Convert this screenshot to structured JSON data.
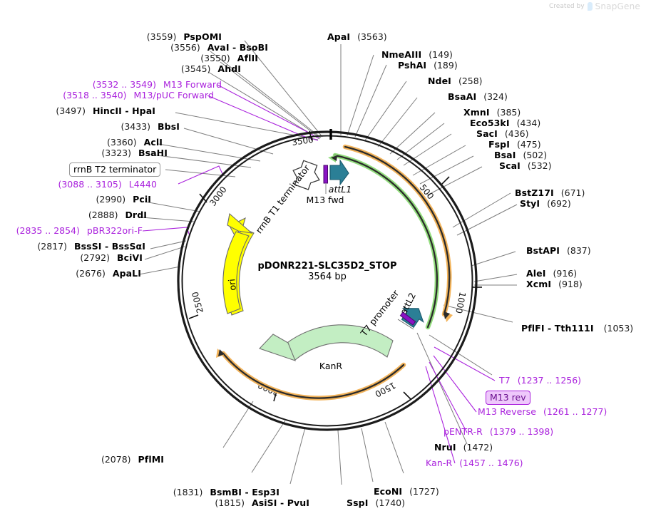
{
  "brand": {
    "created_by": "Created by",
    "name": "SnapGene",
    "mark_icon": "snapgene-logo-icon"
  },
  "plasmid": {
    "name": "pDONR221-SLC35D2_STOP",
    "length_label": "3564 bp",
    "length_bp": 3564
  },
  "ruler_ticks": [
    "500",
    "1000",
    "1500",
    "2000",
    "2500",
    "3000",
    "3500"
  ],
  "features": [
    {
      "name": "attL1",
      "label": "attL1",
      "color": "#2b7f96",
      "shape": "arrow"
    },
    {
      "name": "attL2",
      "label": "attL2",
      "color": "#2b7f96",
      "shape": "arrow"
    },
    {
      "name": "M13 fwd",
      "label": "M13 fwd",
      "color": "#8a13c4",
      "shape": "bar"
    },
    {
      "name": "T7 promoter",
      "label": "T7 promoter",
      "color": "#8a13c4",
      "shape": "bar"
    },
    {
      "name": "rrnB T1 terminator",
      "label": "rrnB T1 terminator",
      "color": "#ffffff",
      "shape": "arrow"
    },
    {
      "name": "ori",
      "label": "ori",
      "color": "#ffff00",
      "shape": "arrow"
    },
    {
      "name": "KanR",
      "label": "KanR",
      "color": "#c3eec3",
      "shape": "arrow"
    }
  ],
  "labels_left": [
    {
      "pos": "(3497)",
      "enz": "HincII  -  HpaI",
      "purple": false
    },
    {
      "pos": "(3433)",
      "enz": "BbsI",
      "purple": false
    },
    {
      "pos": "(3360)",
      "enz": "AclI",
      "purple": false
    },
    {
      "pos": "(3323)",
      "enz": "BsaHI",
      "purple": false
    },
    {
      "pos": "(3088 .. 3105)",
      "enz": "L4440",
      "purple": true
    },
    {
      "pos": "(2990)",
      "enz": "PciI",
      "purple": false
    },
    {
      "pos": "(2888)",
      "enz": "DrdI",
      "purple": false
    },
    {
      "pos": "(2835 .. 2854)",
      "enz": "pBR322ori-F",
      "purple": true
    },
    {
      "pos": "(2817)",
      "enz": "BssSI  -  BssSαI",
      "purple": false
    },
    {
      "pos": "(2792)",
      "enz": "BciVI",
      "purple": false
    },
    {
      "pos": "(2676)",
      "enz": "ApaLI",
      "purple": false
    },
    {
      "pos": "(2078)",
      "enz": "PflMI",
      "purple": false
    },
    {
      "pos": "(1831)",
      "enz": "BsmBI  -  Esp3I",
      "purple": false
    },
    {
      "pos": "(1815)",
      "enz": "AsiSI  -  PvuI",
      "purple": false
    }
  ],
  "labels_top": [
    {
      "pos": "(3559)",
      "enz": "PspOMI",
      "purple": false
    },
    {
      "pos": "(3556)",
      "enz": "AvaI  -  BsoBI",
      "purple": false
    },
    {
      "pos": "(3550)",
      "enz": "AflII",
      "purple": false
    },
    {
      "pos": "(3545)",
      "enz": "AhdI",
      "purple": false
    },
    {
      "pos": "(3532 .. 3549)",
      "enz": "M13 Forward",
      "purple": true
    },
    {
      "pos": "(3518 .. 3540)",
      "enz": "M13/pUC Forward",
      "purple": true
    }
  ],
  "labels_right": [
    {
      "enz": "ApaI",
      "pos": "(3563)",
      "purple": false
    },
    {
      "enz": "NmeAIII",
      "pos": "(149)",
      "purple": false
    },
    {
      "enz": "PshAI",
      "pos": "(189)",
      "purple": false
    },
    {
      "enz": "NdeI",
      "pos": "(258)",
      "purple": false
    },
    {
      "enz": "BsaAI",
      "pos": "(324)",
      "purple": false
    },
    {
      "enz": "XmnI",
      "pos": "(385)",
      "purple": false
    },
    {
      "enz": "Eco53kI",
      "pos": "(434)",
      "purple": false
    },
    {
      "enz": "SacI",
      "pos": "(436)",
      "purple": false
    },
    {
      "enz": "FspI",
      "pos": "(475)",
      "purple": false
    },
    {
      "enz": "BsaI",
      "pos": "(502)",
      "purple": false
    },
    {
      "enz": "ScaI",
      "pos": "(532)",
      "purple": false
    },
    {
      "enz": "BstZ17I",
      "pos": "(671)",
      "purple": false
    },
    {
      "enz": "StyI",
      "pos": "(692)",
      "purple": false
    },
    {
      "enz": "BstAPI",
      "pos": "(837)",
      "purple": false
    },
    {
      "enz": "AleI",
      "pos": "(916)",
      "purple": false
    },
    {
      "enz": "XcmI",
      "pos": "(918)",
      "purple": false
    },
    {
      "enz": "PflFI  -  Tth111I",
      "pos": "(1053)",
      "purple": false
    },
    {
      "enz": "T7",
      "pos": "(1237 .. 1256)",
      "purple": true
    },
    {
      "enz": "M13 Reverse",
      "pos": "(1261 .. 1277)",
      "purple": true
    },
    {
      "enz": "pENTR-R",
      "pos": "(1379 .. 1398)",
      "purple": true
    },
    {
      "enz": "NruI",
      "pos": "(1472)",
      "purple": false
    },
    {
      "enz": "Kan-R",
      "pos": "(1457 .. 1476)",
      "purple": true
    }
  ],
  "labels_bottom": [
    {
      "enz": "EcoNI",
      "pos": "(1727)",
      "purple": false
    },
    {
      "enz": "SspI",
      "pos": "(1740)",
      "purple": false
    }
  ],
  "boxed_labels": [
    {
      "text": "rrnB T2 terminator",
      "style": "plain"
    },
    {
      "text": "M13 rev",
      "style": "purple"
    }
  ]
}
